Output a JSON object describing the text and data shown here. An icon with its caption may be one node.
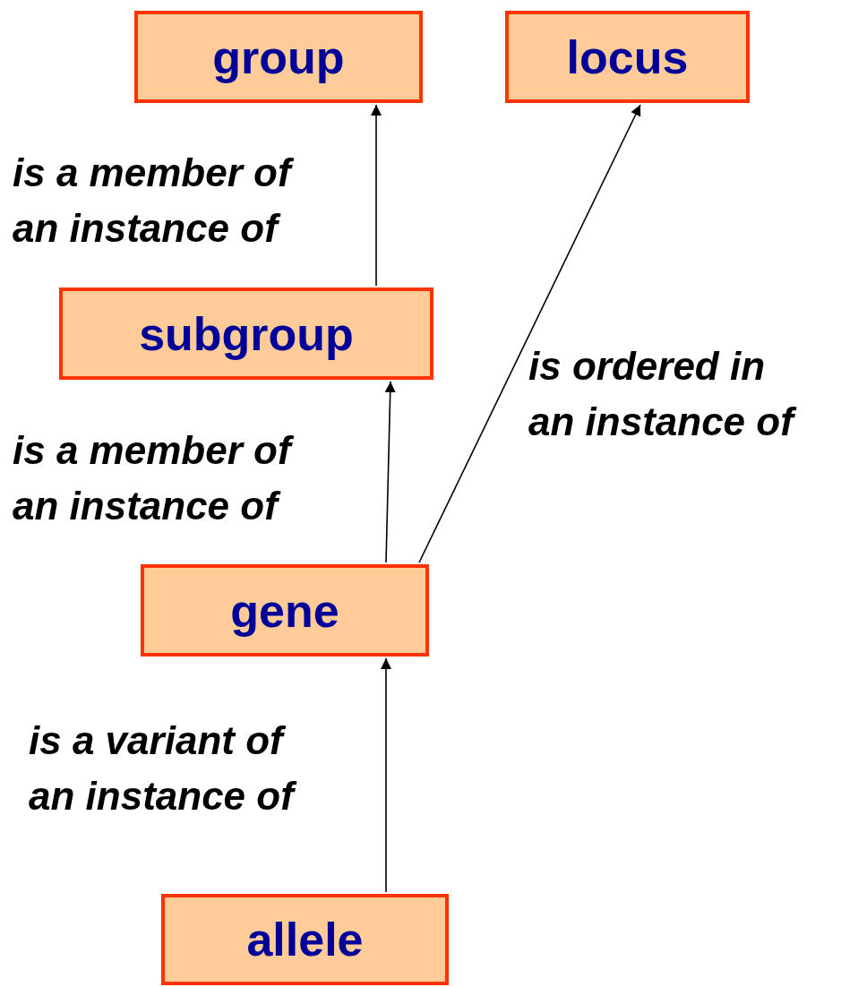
{
  "diagram": {
    "nodes": [
      {
        "text": [
          "group"
        ]
      },
      {
        "text": [
          "locus"
        ]
      },
      {
        "text": [
          "subgroup"
        ]
      },
      {
        "text": [
          "gene"
        ]
      },
      {
        "text": [
          "allele"
        ]
      }
    ],
    "edges": [
      {
        "from": 2,
        "to": 0,
        "arrow": "to",
        "label": "is a member of an instance of"
      },
      {
        "from": 3,
        "to": 2,
        "arrow": "to",
        "label": "is a member of an instance of"
      },
      {
        "from": 3,
        "to": 1,
        "arrow": "to",
        "label": "is ordered in an instance of"
      },
      {
        "from": 4,
        "to": 3,
        "arrow": "to",
        "label": "is a variant of an instance of"
      }
    ]
  }
}
